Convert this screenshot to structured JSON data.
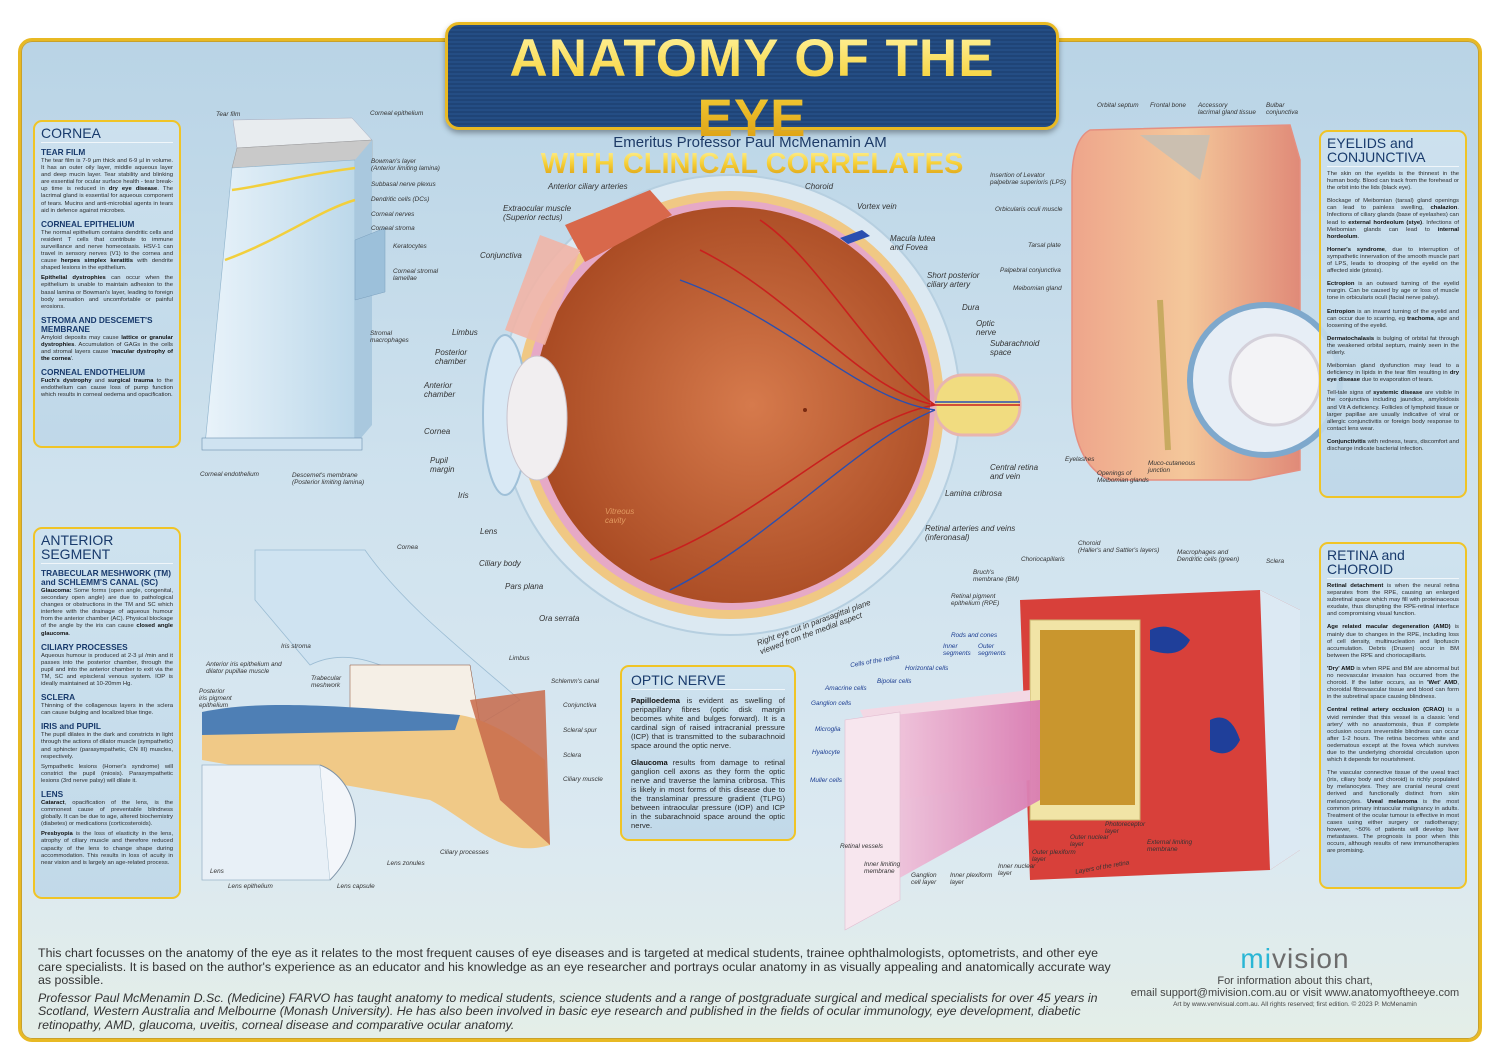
{
  "header": {
    "title": "ANATOMY OF THE EYE",
    "subtitle": "WITH CLINICAL CORRELATES",
    "author": "Emeritus Professor Paul McMenamin AM"
  },
  "colors": {
    "frame_gold": "#e8b923",
    "banner_blue": "#1f4477",
    "heading_blue": "#183a6c",
    "logo_cyan": "#2ab6d5"
  },
  "panels": {
    "cornea": {
      "title": "CORNEA",
      "sections": [
        {
          "heading": "TEAR FILM",
          "paragraphs": [
            [
              "The tear film is 7-9 µm thick and 6-9 µl in volume. It has an outer oily layer, middle aqueous layer and deep mucin layer. Tear stability and blinking are essential for ocular surface health - tear break-up time is reduced in ",
              "dry eye disease",
              ". The lacrimal gland is essential for aqueous component of tears. Mucins and anti-microbial agents in tears aid in defence against microbes."
            ]
          ]
        },
        {
          "heading": "CORNEAL EPITHELIUM",
          "paragraphs": [
            [
              "The normal epithelium contains dendritic cells and resident T cells that contribute to immune surveillance and nerve homeostasis. HSV-1 can travel in sensory nerves (V1) to the cornea and cause ",
              "herpes simplex keratitis",
              " with dendrite shaped lesions in the epithelium."
            ],
            [
              "",
              "Epithelial dystrophies",
              " can occur when the epithelium is unable to maintain adhesion to the basal lamina or Bowman's layer, leading to foreign body sensation and uncomfortable or painful erosions."
            ]
          ]
        },
        {
          "heading": "STROMA AND DESCEMET'S MEMBRANE",
          "paragraphs": [
            [
              "Amyloid deposits may cause ",
              "lattice or granular dystrophies",
              ". Accumulation of GAGs in the cells and stromal layers cause '",
              "macular dystrophy of the cornea",
              "'."
            ]
          ]
        },
        {
          "heading": "CORNEAL ENDOTHELIUM",
          "paragraphs": [
            [
              "",
              "Fuch's dystrophy",
              " and ",
              "surgical trauma",
              " to the endothelium can cause loss of pump function which results in corneal oedema and opacification."
            ]
          ]
        }
      ]
    },
    "anterior_segment": {
      "title": "ANTERIOR SEGMENT",
      "sections": [
        {
          "heading": "TRABECULAR MESHWORK (TM) and SCHLEMM'S CANAL (SC)",
          "paragraphs": [
            [
              "",
              "Glaucoma:",
              " Some forms (open angle, congenital, secondary open angle) are due to pathological changes or obstructions in the TM and SC which interfere with the drainage of aqueous humour from the anterior chamber (AC). Physical blockage of the angle by the iris can cause ",
              "closed angle glaucoma",
              "."
            ]
          ]
        },
        {
          "heading": "CILIARY PROCESSES",
          "paragraphs": [
            [
              "Aqueous humour is produced at 2-3 µl /min and it passes into the posterior chamber, through the pupil and into the anterior chamber to exit via the TM, SC and episcleral venous system. IOP is ideally maintained at 10-20mm Hg."
            ]
          ]
        },
        {
          "heading": "SCLERA",
          "paragraphs": [
            [
              "Thinning of the collagenous layers in the sclera can cause bulging and localized blue tinge."
            ]
          ]
        },
        {
          "heading": "IRIS and PUPIL",
          "paragraphs": [
            [
              "The pupil dilates in the dark and constricts in light through the actions of dilator muscle (sympathetic) and sphincter (parasympathetic, CN III) muscles, respectively."
            ],
            [
              "Sympathetic lesions (Horner's syndrome) will constrict the pupil (miosis). Parasympathetic lesions (3rd nerve palsy) will dilate it."
            ]
          ]
        },
        {
          "heading": "LENS",
          "paragraphs": [
            [
              "",
              "Cataract",
              ", opacification of the lens, is the commonest cause of preventable blindness globally. It can be due to age, altered biochemistry (diabetes) or medications (corticosteroids)."
            ],
            [
              "",
              "Presbyopia",
              " is the loss of elasticity in the lens, atrophy of ciliary muscle and therefore reduced capacity of the lens to change shape during accommodation. This results in loss of acuity in near vision and is largely an age-related process."
            ]
          ]
        }
      ]
    },
    "optic_nerve": {
      "title": "OPTIC NERVE",
      "sections": [
        {
          "heading": "",
          "paragraphs": [
            [
              "",
              "Papilloedema",
              " is evident as swelling of peripapillary fibres (optic disk margin becomes white and bulges forward). It is a cardinal sign of raised intracranial pressure (ICP) that is transmitted to the subarachnoid space around the optic nerve."
            ],
            [
              "",
              "Glaucoma",
              " results from damage to retinal ganglion cell axons as they form the optic nerve and traverse the lamina cribrosa. This is likely in most forms of this disease due to the translaminar pressure gradient (TLPG) between intraocular pressure (IOP) and ICP in the subarachnoid space around the optic nerve."
            ]
          ]
        }
      ]
    },
    "eyelids": {
      "title": "EYELIDS and CONJUNCTIVA",
      "sections": [
        {
          "heading": "",
          "paragraphs": [
            [
              "The skin on the eyelids is the thinnest in the human body. Blood can track from the forehead or the orbit into the lids (black eye)."
            ],
            [
              "Blockage of Meibomian (tarsal) gland openings can lead to painless swelling, ",
              "chalazion",
              ". Infections of ciliary glands (base of eyelashes) can lead to ",
              "external hordeolum (stye)",
              ". Infections of Meibomian glands can lead to ",
              "internal hordeolum",
              "."
            ],
            [
              "",
              "Horner's syndrome",
              ", due to interruption of sympathetic innervation of the smooth muscle part of LPS, leads to drooping of the eyelid on the affected side (ptosis)."
            ],
            [
              "",
              "Ectropion",
              " is an outward turning of the eyelid margin. Can be caused by age or loss of muscle tone in orbicularis oculi (facial nerve palsy)."
            ],
            [
              "",
              "Entropion",
              " is an inward turning of the eyelid and can occur due to scarring, eg ",
              "trachoma",
              ", age and loosening of the eyelid."
            ],
            [
              "",
              "Dermatochalasis",
              " is bulging of orbital fat through the weakened orbital septum, mainly seen in the elderly."
            ],
            [
              "Meibomian gland dysfunction may lead to a deficiency in lipids in the tear film resulting in ",
              "dry eye disease",
              " due to evaporation of tears."
            ],
            [
              "Tell-tale signs of ",
              "systemic disease",
              " are visible in the conjunctiva including jaundice, amyloidosis and Vit A deficiency. Follicles of lymphoid tissue or larger papillae are usually indicative of viral or allergic conjunctivitis or foreign body response to contact lens wear."
            ],
            [
              "",
              "Conjunctivitis",
              " with redness, tears, discomfort and discharge indicate bacterial infection."
            ]
          ]
        }
      ]
    },
    "retina": {
      "title": "RETINA and CHOROID",
      "sections": [
        {
          "heading": "",
          "paragraphs": [
            [
              "",
              "Retinal detachment",
              " is when the neural retina separates from the RPE, causing an enlarged subretinal space which may fill with proteinaceous exudate, thus disrupting the RPE-retinal interface and compromising visual function."
            ],
            [
              "",
              "Age related macular degeneration (AMD)",
              " is mainly due to changes in the RPE, including loss of cell density, multinucleation and lipofuscin accumulation. Debris (Drusen) occur in BM between the RPE and choriocapillaris."
            ],
            [
              "",
              "'Dry' AMD",
              " is when RPE and BM are abnormal but no neovascular invasion has occurred from the choroid. If the latter occurs, as in ",
              "'Wet' AMD",
              ", choroidal fibrovascular tissue and blood can form in the subretinal space causing blindness."
            ],
            [
              "",
              "Central retinal artery occlusion (CRAO)",
              " is a vivid reminder that this vessel is a classic 'end artery' with no anastomosis, thus if complete occlusion occurs irreversible blindness can occur after 1-2 hours. The retina becomes white and oedematous except at the fovea which survives due to the underlying choroidal circulation upon which it depends for nourishment."
            ],
            [
              "The vascular connective tissue of the uveal tract (iris, ciliary body and choroid) is richly populated by melanocytes. They are cranial neural crest derived and functionally distinct from skin melanocytes. ",
              "Uveal melanoma",
              " is the most common primary intraocular malignancy in adults. Treatment of the ocular tumour is effective in most cases using either surgery or radiotherapy; however, ~50% of patients will develop liver metastases. The prognosis is poor when this occurs, although results of new immunotherapies are promising."
            ]
          ]
        }
      ]
    }
  },
  "labels": {
    "cornea_block": [
      "Tear film",
      "Corneal epithelium",
      "Bowman's layer\n(Anterior limiting lamina)",
      "Subbasal nerve plexus",
      "Dendritic cells (DCs)",
      "Corneal nerves",
      "Corneal stroma",
      "Keratocytes",
      "Corneal stromal\nlamellae",
      "Stromal\nmacrophages",
      "Corneal endothelium",
      "Descemet's membrane\n(Posterior limiting lamina)"
    ],
    "eye": [
      "Anterior ciliary arteries",
      "Extraocular muscle\n(Superior rectus)",
      "Conjunctiva",
      "Limbus",
      "Posterior\nchamber",
      "Anterior\nchamber",
      "Cornea",
      "Pupil\nmargin",
      "Iris",
      "Lens",
      "Ciliary body",
      "Pars plana",
      "Ora serrata",
      "Vitreous\ncavity",
      "Choroid",
      "Vortex vein",
      "Macula lutea\nand Fovea",
      "Short posterior\nciliary artery",
      "Dura",
      "Optic\nnerve",
      "Subarachnoid\nspace",
      "Central retina\nand vein",
      "Lamina cribrosa",
      "Retinal arteries and veins\n(inferonasal)",
      "Right eye cut in parasagittal plane\nviewed from the medial aspect"
    ],
    "eyelid": [
      "Orbital septum",
      "Frontal bone",
      "Accessory\nlacrimal gland tissue",
      "Bulbar\nconjunctiva",
      "Insertion of Levator\npalpebrae superioris (LPS)",
      "Orbicularis oculi muscle",
      "Tarsal plate",
      "Palpebral conjunctiva",
      "Meibomian gland",
      "Eyelashes",
      "Openings of\nMeibomian glands",
      "Muco-cutaneous\njunction"
    ],
    "anterior_segment": [
      "Cornea",
      "Iris stroma",
      "Anterior iris epithelium and\ndilator pupillae muscle",
      "Posterior\niris pigment\nepithelium",
      "Trabecular\nmeshwork",
      "Limbus",
      "Schlemm's canal",
      "Conjunctiva",
      "Scleral spur",
      "Sclera",
      "Ciliary muscle",
      "Ciliary processes",
      "Lens zonules",
      "Lens",
      "Lens epithelium",
      "Lens capsule"
    ],
    "retina_block": [
      "Choroid\n(Haller's and Sattler's layers)",
      "Choriocapillaris",
      "Macrophages and\nDendritic cells (green)",
      "Sclera",
      "Bruch's\nmembrane (BM)",
      "Retinal pigment\nepithelium (RPE)",
      "Rods and cones",
      "Inner\nsegments",
      "Outer\nsegments",
      "Cells of the retina",
      "Horizontal cells",
      "Bipolar cells",
      "Amacrine cells",
      "Ganglion cells",
      "Microglia",
      "Hyalocyte",
      "Muller cells",
      "Retinal vessels",
      "Inner limiting\nmembrane",
      "Ganglion\ncell layer",
      "Inner plexiform\nlayer",
      "Inner nuclear\nlayer",
      "Outer plexiform\nlayer",
      "Outer nuclear\nlayer",
      "Photoreceptor\nlayer",
      "External limiting\nmembrane",
      "Layers of the retina"
    ]
  },
  "footer": {
    "intro": "This chart focusses on the anatomy of the eye as it relates to the most frequent causes of eye diseases and is targeted at medical students, trainee ophthalmologists, optometrists, and other eye care specialists. It is based on the author's experience as an educator and his knowledge as an eye researcher and portrays ocular anatomy in as visually appealing and anatomically accurate way as possible.",
    "bio": "Professor Paul McMenamin D.Sc. (Medicine) FARVO has taught anatomy to medical students, science students and a range of postgraduate surgical and medical specialists for over 45 years in Scotland, Western Australia and Melbourne (Monash University). He has also been involved in basic eye research and published in the fields of ocular immunology, eye development, diabetic retinopathy, AMD, glaucoma, uveitis, corneal disease and comparative ocular anatomy.",
    "logo_mi": "mi",
    "logo_vision": "vision",
    "info_line1": "For information about this chart,",
    "info_line2": "email support@mivision.com.au or visit www.anatomyoftheeye.com",
    "art_credit": "Art by www.venvisual.com.au. All rights reserved; first edition. © 2023 P. McMenamin"
  }
}
